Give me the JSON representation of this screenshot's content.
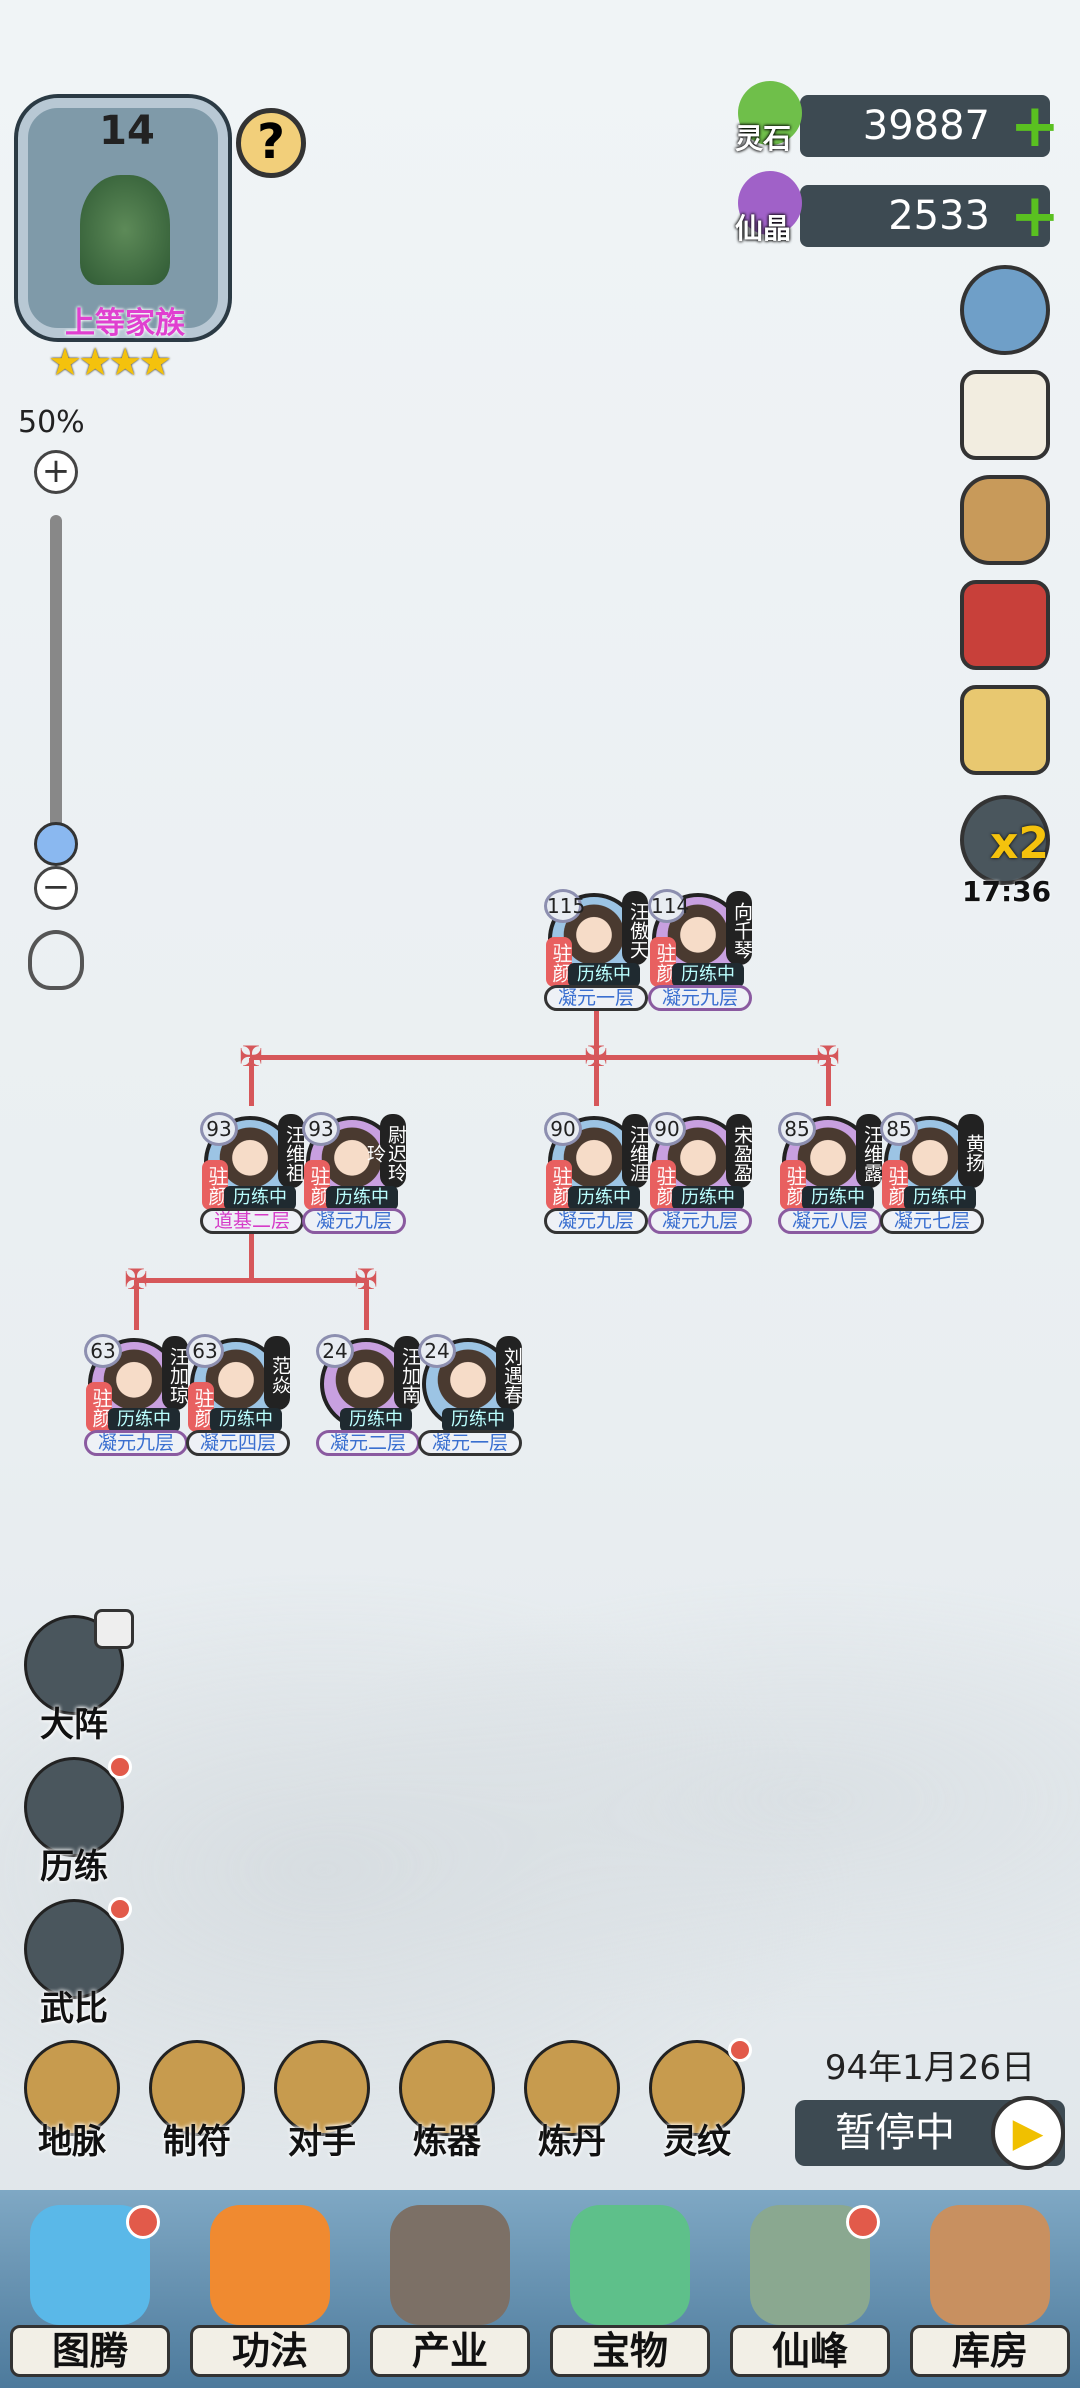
{
  "family": {
    "level": "14",
    "rank": "上等家族",
    "stars": 4
  },
  "zoom": {
    "percent": "50%",
    "plus": "+",
    "minus": "−",
    "value": 0.05
  },
  "resources": [
    {
      "label": "灵石",
      "value": "39887",
      "color": "#6fbf4a"
    },
    {
      "label": "仙晶",
      "value": "2533",
      "color": "#a061c8"
    }
  ],
  "speed": {
    "multiplier": "x2",
    "timer": "17:36"
  },
  "status_text": "历练中",
  "zhuyan": "驻颜",
  "members": [
    {
      "lv": "115",
      "name": "汪傲天",
      "realm": "凝元一层",
      "zy": true,
      "g": "m"
    },
    {
      "lv": "114",
      "name": "向千琴",
      "realm": "凝元九层",
      "zy": true,
      "g": "f"
    },
    {
      "lv": "93",
      "name": "汪维祖",
      "realm": "道基二层",
      "zy": true,
      "g": "m",
      "realm_color": "#d63cc8"
    },
    {
      "lv": "93",
      "name": "尉迟玲玲",
      "realm": "凝元九层",
      "zy": true,
      "g": "f"
    },
    {
      "lv": "90",
      "name": "汪维涯",
      "realm": "凝元九层",
      "zy": true,
      "g": "m"
    },
    {
      "lv": "90",
      "name": "宋盈盈",
      "realm": "凝元九层",
      "zy": true,
      "g": "f"
    },
    {
      "lv": "85",
      "name": "汪维露",
      "realm": "凝元八层",
      "zy": true,
      "g": "f"
    },
    {
      "lv": "85",
      "name": "黄扬",
      "realm": "凝元七层",
      "zy": true,
      "g": "m"
    },
    {
      "lv": "63",
      "name": "汪加琼",
      "realm": "凝元九层",
      "zy": true,
      "g": "f"
    },
    {
      "lv": "63",
      "name": "范焱",
      "realm": "凝元四层",
      "zy": true,
      "g": "m"
    },
    {
      "lv": "24",
      "name": "汪加南",
      "realm": "凝元二层",
      "zy": false,
      "g": "f"
    },
    {
      "lv": "24",
      "name": "刘遇春",
      "realm": "凝元一层",
      "zy": false,
      "g": "m"
    }
  ],
  "side_buttons": [
    {
      "label": "大阵",
      "locked": true
    },
    {
      "label": "历练",
      "dot": true
    },
    {
      "label": "武比",
      "dot": true
    }
  ],
  "features": [
    {
      "label": "地脉"
    },
    {
      "label": "制符"
    },
    {
      "label": "对手"
    },
    {
      "label": "炼器"
    },
    {
      "label": "炼丹"
    },
    {
      "label": "灵纹",
      "dot": true
    }
  ],
  "date": "94年1月26日",
  "pause": {
    "label": "暂停中",
    "icon": "▶"
  },
  "nav": [
    {
      "label": "图腾",
      "dot": true,
      "color": "#5ab8e8"
    },
    {
      "label": "功法",
      "color": "#f08a30"
    },
    {
      "label": "产业",
      "color": "#7c7066"
    },
    {
      "label": "宝物",
      "color": "#5ec08a"
    },
    {
      "label": "仙峰",
      "dot": true,
      "color": "#8aa890"
    },
    {
      "label": "库房",
      "color": "#c89060"
    }
  ]
}
